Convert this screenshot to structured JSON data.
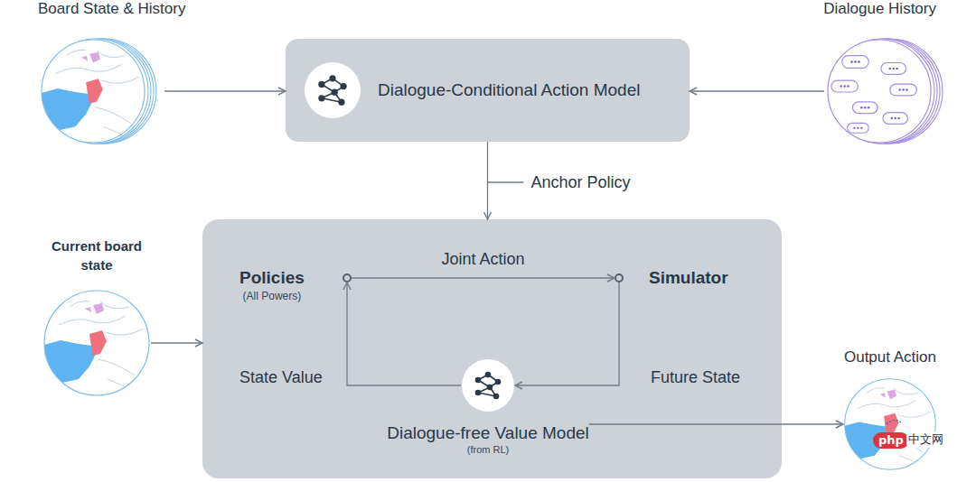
{
  "diagram": {
    "nodes": [
      {
        "text": [
          "Board State & History"
        ]
      },
      {
        "text": [
          "Dialogue-Conditional Action Model"
        ]
      },
      {
        "text": [
          "Dialogue History"
        ]
      },
      {
        "text": [
          "Current board state"
        ]
      },
      {
        "text": []
      },
      {
        "text": [
          "Policies",
          "(All Powers)"
        ],
        "in": 4
      },
      {
        "text": [
          "Simulator"
        ],
        "in": 4
      },
      {
        "text": [
          "Dialogue-free Value Model",
          "(from RL)"
        ],
        "in": 4
      },
      {
        "text": [
          "Output Action"
        ]
      }
    ],
    "edges": [
      {
        "from": 0,
        "to": 1,
        "arrow": "to"
      },
      {
        "from": 2,
        "to": 1,
        "arrow": "to"
      },
      {
        "from": 1,
        "to": 4,
        "label": "Anchor Policy",
        "arrow": "to"
      },
      {
        "from": 3,
        "to": 4,
        "arrow": "to"
      },
      {
        "from": 5,
        "to": 6,
        "label": "Joint Action",
        "arrow": "to"
      },
      {
        "from": 6,
        "to": 7,
        "label": "Future State",
        "arrow": "to"
      },
      {
        "from": 7,
        "to": 5,
        "label": "State Value",
        "arrow": "to"
      },
      {
        "from": 7,
        "to": 8,
        "arrow": "to"
      }
    ],
    "labels": [
      "php",
      "中文网"
    ]
  }
}
